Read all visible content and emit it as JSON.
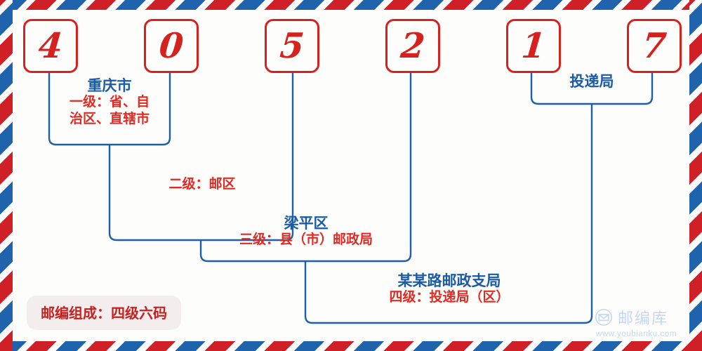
{
  "postcode": {
    "digits": [
      "4",
      "0",
      "5",
      "2",
      "1",
      "7"
    ]
  },
  "levels": [
    {
      "id": "level-1",
      "name": "重庆市",
      "level_text_line1": "一级：省、自",
      "level_text_line2": "治区、直辖市"
    },
    {
      "id": "level-2",
      "name": "",
      "level_text_line1": "二级：邮区",
      "level_text_line2": ""
    },
    {
      "id": "level-3",
      "name": "梁平区",
      "level_text_line1": "三级：县（市）邮政局",
      "level_text_line2": ""
    },
    {
      "id": "level-4",
      "name": "某某路邮政支局",
      "level_text_line1": "四级：投递局（区）",
      "level_text_line2": ""
    }
  ],
  "delivery_office": {
    "name": "投递局"
  },
  "legend": {
    "badge_text": "邮编组成：四级六码"
  },
  "watermark": {
    "brand": "邮编库",
    "url": "www.youbianku.com",
    "icon": "envelope-circle-icon"
  },
  "colors": {
    "red": "#d6221f",
    "red_text": "#e02b25",
    "blue": "#1f5fa9",
    "blue_text": "#1b5ba6",
    "background": "#fdfdfb",
    "badge_bg": "#f3edee",
    "watermark": "#c3d4ee"
  }
}
